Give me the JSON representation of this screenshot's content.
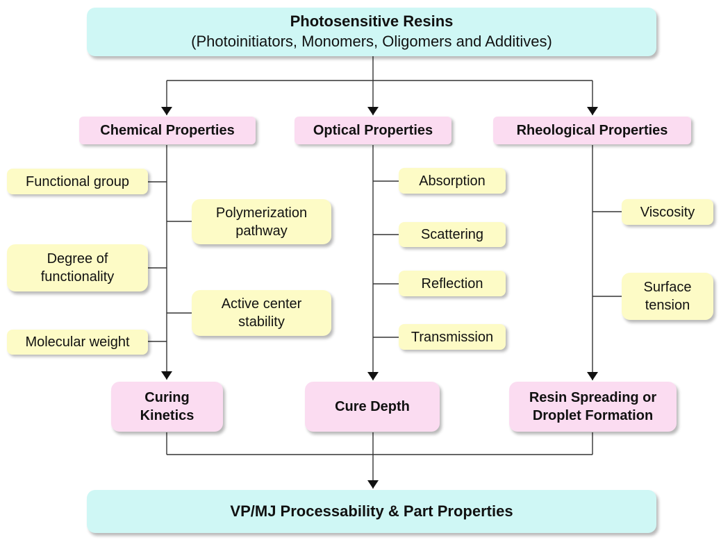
{
  "source": {
    "title": "Photosensitive Resins",
    "subtitle": "(Photoinitiators, Monomers, Oligomers and Additives)"
  },
  "categories": {
    "chemical": "Chemical Properties",
    "optical": "Optical Properties",
    "rheological": "Rheological Properties"
  },
  "chemical_factors": {
    "functional_group": "Functional group",
    "polymerization_1": "Polymerization",
    "polymerization_2": "pathway",
    "functionality_1": "Degree of",
    "functionality_2": "functionality",
    "active_center_1": "Active center",
    "active_center_2": "stability",
    "molecular_weight": "Molecular weight"
  },
  "optical_factors": {
    "absorption": "Absorption",
    "scattering": "Scattering",
    "reflection": "Reflection",
    "transmission": "Transmission"
  },
  "rheological_factors": {
    "viscosity": "Viscosity",
    "surface_tension_1": "Surface",
    "surface_tension_2": "tension"
  },
  "outcomes": {
    "curing_1": "Curing",
    "curing_2": "Kinetics",
    "cure_depth": "Cure Depth",
    "spreading_1": "Resin Spreading or",
    "spreading_2": "Droplet Formation"
  },
  "final": {
    "title": "VP/MJ Processability & Part Properties"
  }
}
